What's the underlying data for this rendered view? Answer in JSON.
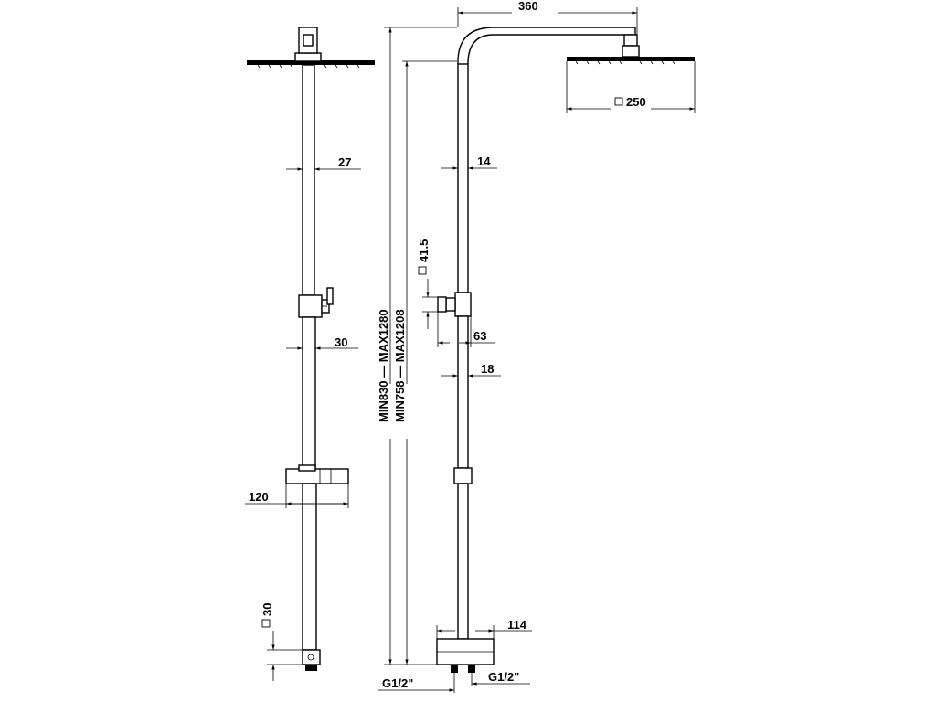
{
  "dimensions": {
    "arm_length": "360",
    "head_size": "250",
    "tube_upper": "27",
    "tube_side_upper": "14",
    "valve_square": "41.5",
    "tube_lower": "30",
    "valve_depth": "63",
    "tube_side_lower": "18",
    "holder_width": "120",
    "base_square": "30",
    "mixer_width": "114",
    "inlet_left": "G1/2\"",
    "inlet_right": "G1/2\"",
    "height_outer": "MIN830 — MAX1280",
    "height_inner": "MIN758 — MAX1208"
  }
}
